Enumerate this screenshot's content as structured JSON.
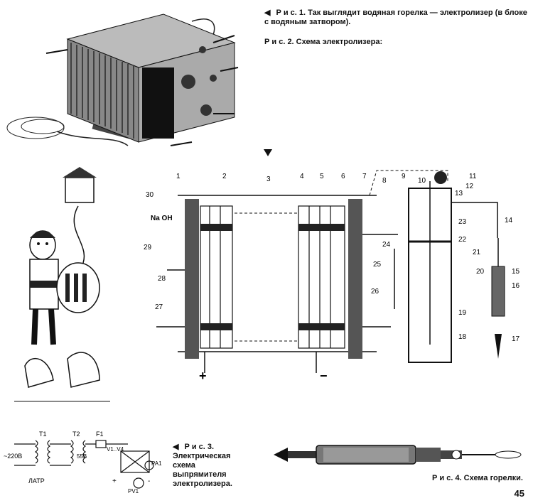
{
  "captions": {
    "fig1": "Р и с. 1. Так выглядит водяная горелка — электролизер (в блоке с водяным затвором).",
    "fig2": "Р и с. 2. Схема электролизера:",
    "fig3": "Р и с. 3. Электрическая схема выпрямителя электролизера.",
    "fig4": "Р и с. 4. Схема горелки."
  },
  "marker_arrow": "◀",
  "page_number": "45",
  "diagram_labels": {
    "naoh": "Na OH",
    "n1": "1",
    "n2": "2",
    "n3": "3",
    "n4": "4",
    "n5": "5",
    "n6": "6",
    "n7": "7",
    "n8": "8",
    "n9": "9",
    "n10": "10",
    "n11": "11",
    "n12": "12",
    "n13": "13",
    "n14": "14",
    "n15": "15",
    "n16": "16",
    "n17": "17",
    "n18": "18",
    "n19": "19",
    "n20": "20",
    "n21": "21",
    "n22": "22",
    "n23": "23",
    "n24": "24",
    "n25": "25",
    "n26": "26",
    "n27": "27",
    "n28": "28",
    "n29": "29",
    "n30": "30",
    "plus": "+",
    "minus": "−"
  },
  "circuit_labels": {
    "voltage_in": "~220В",
    "t1": "T1",
    "t2": "T2",
    "f1": "F1",
    "v1v4": "V1..V4",
    "out_v": "55В",
    "latr": "ЛАТР",
    "pv1": "PV1",
    "pa1": "PA1",
    "plus": "+",
    "minus": "-"
  }
}
